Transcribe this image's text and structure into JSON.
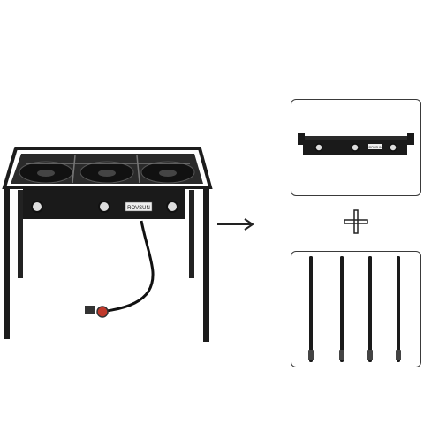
{
  "product": {
    "brand_label": "ROVSUN",
    "panel_brand_label": "ROVSUN",
    "knob_count": 3,
    "burner_count": 3
  },
  "accessories": {
    "leg_count": 4
  },
  "symbols": {
    "arrow": "arrow-right-icon",
    "plus": "plus-icon"
  },
  "colors": {
    "stove_body": "#1c1c1c",
    "panel_border": "#3a3a3a",
    "background": "#ffffff",
    "regulator_red": "#c0392b"
  }
}
